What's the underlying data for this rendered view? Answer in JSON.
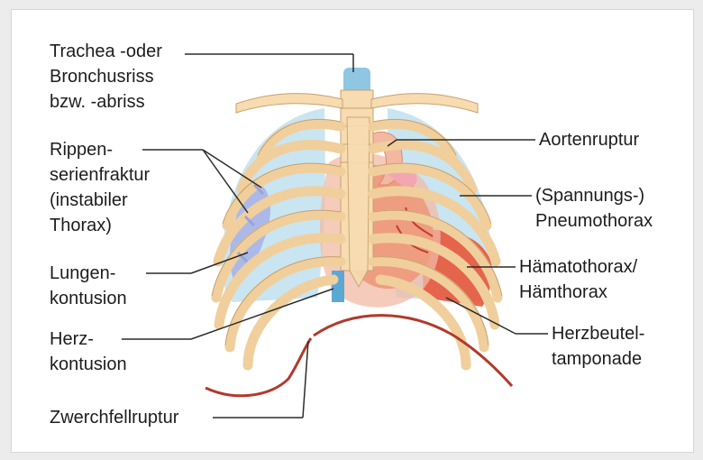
{
  "labels": {
    "trachea": [
      "Trachea -oder",
      "Bronchusriss",
      "bzw. -abriss"
    ],
    "rippen": [
      "Rippen-",
      "serienfraktur",
      "(instabiler",
      "Thorax)"
    ],
    "lungen": [
      "Lungen-",
      "kontusion"
    ],
    "herz": [
      "Herz-",
      "kontusion"
    ],
    "zwerchfell": [
      "Zwerchfellruptur"
    ],
    "aorten": [
      "Aortenruptur"
    ],
    "pneumo": [
      "(Spannungs-)",
      "Pneumothorax"
    ],
    "haemato": [
      "Hämatothorax/",
      "Hämthorax"
    ],
    "herzbeutel": [
      "Herzbeutel-",
      "tamponade"
    ]
  },
  "colors": {
    "bone": "#f6dcb0",
    "bone_stroke": "#c9a06e",
    "lung": "#bfe0ef",
    "contusion": "#a9b3e6",
    "heart": "#ee9d80",
    "aorta": "#f2b8a2",
    "blood": "#e8553a",
    "diaphragm": "#b2392c",
    "trachea": "#8fc6e2"
  }
}
